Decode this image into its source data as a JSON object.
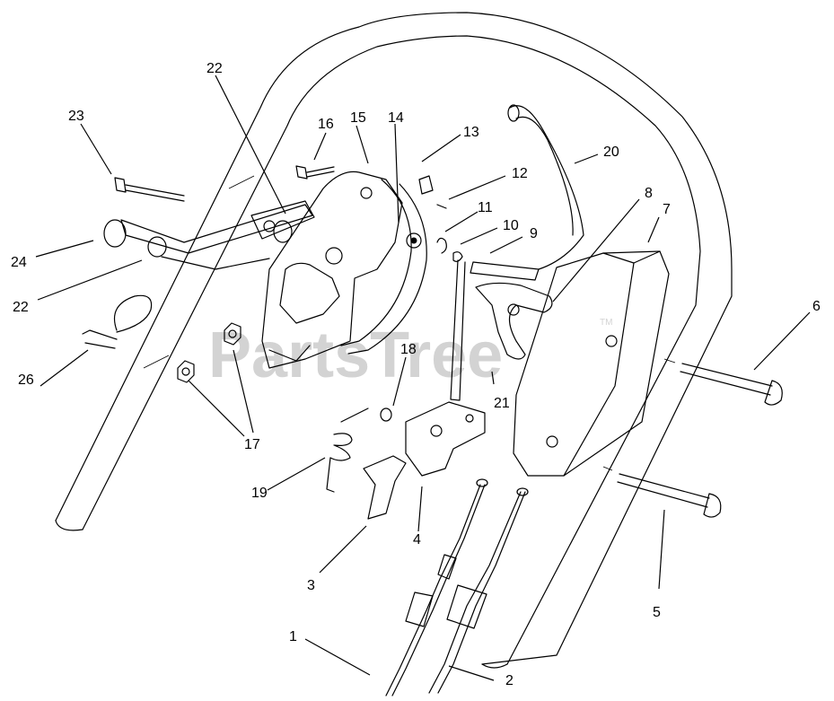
{
  "watermark": {
    "text": "PartsTree",
    "trademark": "TM"
  },
  "callouts": {
    "c1": "1",
    "c2": "2",
    "c3": "3",
    "c4": "4",
    "c5": "5",
    "c6": "6",
    "c7": "7",
    "c8": "8",
    "c9": "9",
    "c10": "10",
    "c11": "11",
    "c12": "12",
    "c13": "13",
    "c14": "14",
    "c15": "15",
    "c16": "16",
    "c17": "17",
    "c18": "18",
    "c19": "19",
    "c20": "20",
    "c21": "21",
    "c22a": "22",
    "c22b": "22",
    "c23": "23",
    "c24": "24",
    "c26": "26"
  }
}
